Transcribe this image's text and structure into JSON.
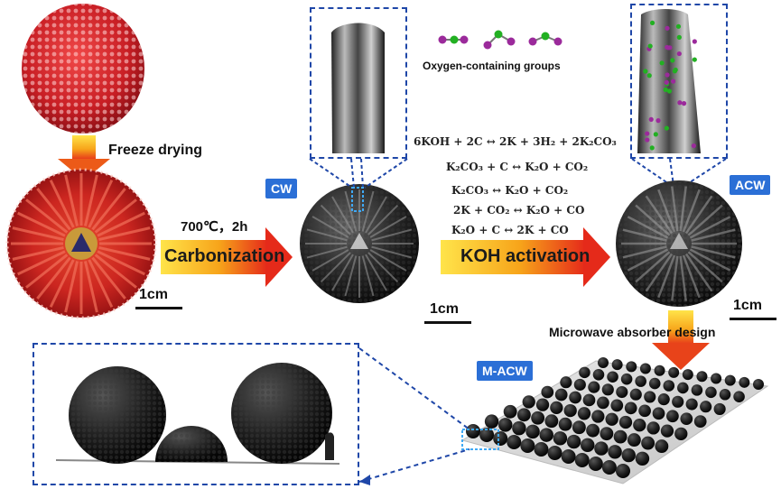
{
  "step_labels": {
    "freeze_drying": "Freeze  drying",
    "conditions": "700℃，2h",
    "carbonization": "Carbonization",
    "koh_activation": "KOH activation",
    "microwave": "Microwave absorber design",
    "oxygen_groups": "Oxygen-containing groups"
  },
  "badges": {
    "cw": "CW",
    "acw": "ACW",
    "macw": "M-ACW"
  },
  "scale_bars": {
    "s1": "1cm",
    "s2": "1cm",
    "s3": "1cm"
  },
  "equations": [
    "6KOH + 2C ↔ 2K + 3H₂ + 2K₂CO₃",
    "K₂CO₃ + C ↔ K₂O + CO₂",
    "K₂CO₃ ↔ K₂O + CO₂",
    "2K + CO₂ ↔ K₂O + CO",
    "K₂O + C ↔ 2K + CO"
  ],
  "colors": {
    "arrow_orange": "#f07a12",
    "arrow_red": "#e52a1a",
    "arrow_yellow": "#ffe44a",
    "badge_blue": "#2b6fd6",
    "dash_blue": "#1f47a8",
    "fruit_red": "#d8252a"
  }
}
